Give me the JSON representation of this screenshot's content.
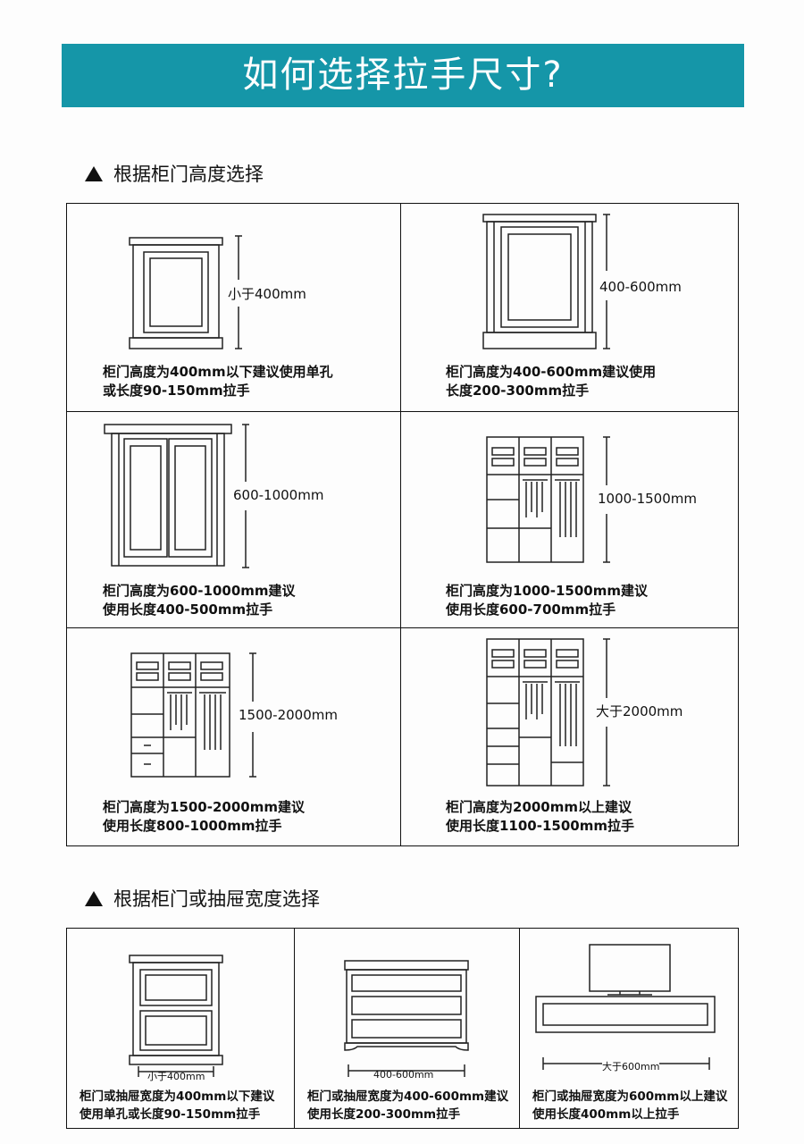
{
  "title": "如何选择拉手尺寸?",
  "section1": {
    "heading": "根据柜门高度选择",
    "items": [
      {
        "measure": "小于400mm",
        "line1": "柜门高度为400mm以下建议使用单孔",
        "line2": "或长度90-150mm拉手",
        "illustration": "single-door-cabinet-icon"
      },
      {
        "measure": "400-600mm",
        "line1": "柜门高度为400-600mm建议使用",
        "line2": "长度200-300mm拉手",
        "illustration": "tall-single-door-cabinet-icon"
      },
      {
        "measure": "600-1000mm",
        "line1": "柜门高度为600-1000mm建议",
        "line2": "使用长度400-500mm拉手",
        "illustration": "double-door-cabinet-icon"
      },
      {
        "measure": "1000-1500mm",
        "line1": "柜门高度为1000-1500mm建议",
        "line2": "使用长度600-700mm拉手",
        "illustration": "wardrobe-icon"
      },
      {
        "measure": "1500-2000mm",
        "line1": "柜门高度为1500-2000mm建议",
        "line2": "使用长度800-1000mm拉手",
        "illustration": "wardrobe-drawers-icon"
      },
      {
        "measure": "大于2000mm",
        "line1": "柜门高度为2000mm以上建议",
        "line2": "使用长度1100-1500mm拉手",
        "illustration": "tall-wardrobe-icon"
      }
    ]
  },
  "section2": {
    "heading": "根据柜门或抽屉宽度选择",
    "items": [
      {
        "measure": "小于400mm",
        "line1": "柜门或抽屉宽度为400mm以下建议",
        "line2": "使用单孔或长度90-150mm拉手",
        "illustration": "nightstand-icon"
      },
      {
        "measure": "400-600mm",
        "line1": "柜门或抽屉宽度为400-600mm建议",
        "line2": "使用长度200-300mm拉手",
        "illustration": "dresser-icon"
      },
      {
        "measure": "大于600mm",
        "line1": "柜门或抽屉宽度为600mm以上建议",
        "line2": "使用长度400mm以上拉手",
        "illustration": "tv-stand-icon"
      }
    ]
  }
}
